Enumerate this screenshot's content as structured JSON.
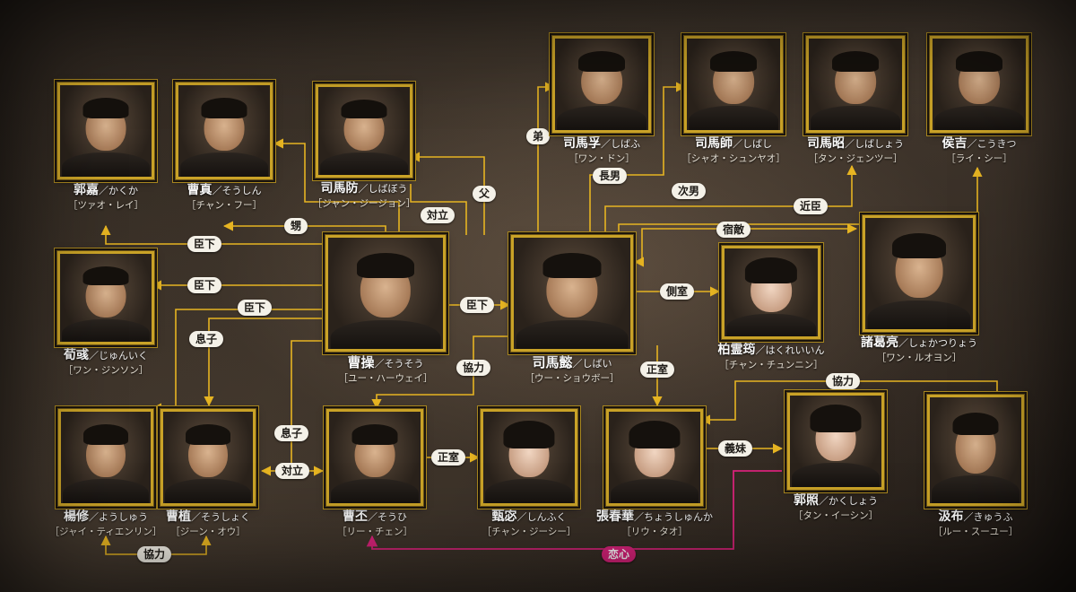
{
  "colors": {
    "line": "#e6b422",
    "love": "#d8237a",
    "frame": "#c9a227"
  },
  "characters": {
    "guojia": {
      "name": "郭嘉",
      "reading": "／かくか",
      "actor": "［ツァオ・レイ］"
    },
    "caozhen": {
      "name": "曹真",
      "reading": "／そうしん",
      "actor": "［チャン・フー］"
    },
    "simafang": {
      "name": "司馬防",
      "reading": "／しばぼう",
      "actor": "［ジャン・ジージョン］"
    },
    "simafu": {
      "name": "司馬孚",
      "reading": "／しばふ",
      "actor": "［ワン・ドン］"
    },
    "simashi": {
      "name": "司馬師",
      "reading": "／しばし",
      "actor": "［シャオ・シュンヤオ］"
    },
    "simazhao": {
      "name": "司馬昭",
      "reading": "／しばしょう",
      "actor": "［タン・ジェンツー］"
    },
    "houji": {
      "name": "侯吉",
      "reading": "／こうきつ",
      "actor": "［ライ・シー］"
    },
    "xunyu": {
      "name": "荀彧",
      "reading": "／じゅんいく",
      "actor": "［ワン・ジンソン］"
    },
    "caocao": {
      "name": "曹操",
      "reading": "／そうそう",
      "actor": "［ユー・ハーウェイ］"
    },
    "simayi": {
      "name": "司馬懿",
      "reading": "／しばい",
      "actor": "［ウー・ショウボー］"
    },
    "bailingyun": {
      "name": "柏霊筠",
      "reading": "／はくれいいん",
      "actor": "［チャン・チュンニン］"
    },
    "zhugeliang": {
      "name": "諸葛亮",
      "reading": "／しょかつりょう",
      "actor": "［ワン・ルオヨン］"
    },
    "yangxiu": {
      "name": "楊修",
      "reading": "／ようしゅう",
      "actor": "［ジャイ・ティエンリン］"
    },
    "caozhi": {
      "name": "曹植",
      "reading": "／そうしょく",
      "actor": "［ジーン・オウ］"
    },
    "caopi": {
      "name": "曹丕",
      "reading": "／そうひ",
      "actor": "［リー・チェン］"
    },
    "zhenfu": {
      "name": "甄宓",
      "reading": "／しんふく",
      "actor": "［チャン・ジーシー］"
    },
    "zhangchunhua": {
      "name": "張春華",
      "reading": "／ちょうしゅんか",
      "actor": "［リウ・タオ］"
    },
    "guozhao": {
      "name": "郭照",
      "reading": "／かくしょう",
      "actor": "［タン・イーシン］"
    },
    "jibu": {
      "name": "汲布",
      "reading": "／きゅうふ",
      "actor": "［ルー・スーユー］"
    }
  },
  "relations": {
    "otouto": "弟",
    "chichi": "父",
    "chonan": "長男",
    "jinan": "次男",
    "kinshin": "近臣",
    "taiRitsu1": "対立",
    "oi": "甥",
    "shinkaGuo": "臣下",
    "shinkaXun": "臣下",
    "shinkaYang": "臣下",
    "shinkaSima": "臣下",
    "musuko1": "息子",
    "musuko2": "息子",
    "kyoryoku1": "協力",
    "seishitsu1": "正室",
    "shukuteki": "宿敵",
    "sokushitsu": "側室",
    "seishitsu2": "正室",
    "kyoryoku2": "協力",
    "gimai": "義妹",
    "taiRitsu2": "対立",
    "kyoryoku3": "協力",
    "renshin": "恋心"
  }
}
